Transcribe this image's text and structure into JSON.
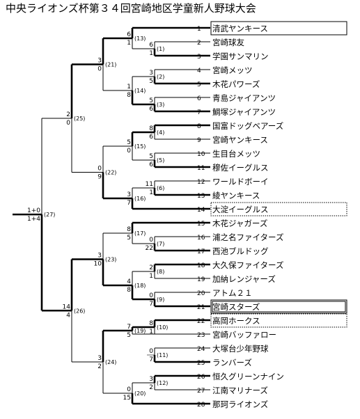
{
  "title": "中央ライオンズ杯第３４回宮崎地区学童新人野球大会",
  "teams": [
    {
      "no": "1",
      "name": "清武ヤンキース",
      "box": "solid"
    },
    {
      "no": "2",
      "name": "宮崎球友"
    },
    {
      "no": "3",
      "name": "学園サンマリン"
    },
    {
      "no": "4",
      "name": "宮崎メッツ"
    },
    {
      "no": "5",
      "name": "木花パワーズ"
    },
    {
      "no": "6",
      "name": "青島ジャイアンツ"
    },
    {
      "no": "7",
      "name": "鯛塚ジャイアンツ"
    },
    {
      "no": "8",
      "name": "国富ドッグベアーズ"
    },
    {
      "no": "9",
      "name": "宮崎ヤンキース"
    },
    {
      "no": "10",
      "name": "生目台メッツ"
    },
    {
      "no": "11",
      "name": "穆佐イーグルス"
    },
    {
      "no": "12",
      "name": "ワールドボーイ"
    },
    {
      "no": "13",
      "name": "綾ヤンキース"
    },
    {
      "no": "14",
      "name": "大淀イーグルス",
      "box": "dotted"
    },
    {
      "no": "15",
      "name": "木花ジャガーズ"
    },
    {
      "no": "16",
      "name": "浦之名ファイターズ"
    },
    {
      "no": "17",
      "name": "西池ブルドッグ"
    },
    {
      "no": "18",
      "name": "大久保ファイターズ"
    },
    {
      "no": "19",
      "name": "加納レンジャーズ"
    },
    {
      "no": "20",
      "name": "アトム２１"
    },
    {
      "no": "21",
      "name": "宮崎スターズ",
      "box": "double"
    },
    {
      "no": "22",
      "name": "高岡ホークス",
      "box": "dotted"
    },
    {
      "no": "23",
      "name": "宮崎バッファロー"
    },
    {
      "no": "24",
      "name": "大塚台少年野球"
    },
    {
      "no": "25",
      "name": "ランバーズ"
    },
    {
      "no": "26",
      "name": "恒久グリーンナイン"
    },
    {
      "no": "27",
      "name": "江南マリナーズ"
    },
    {
      "no": "28",
      "name": "那珂ライオンズ"
    }
  ],
  "matches": [
    {
      "id": 1,
      "label": "(1)",
      "a": {
        "team": 2
      },
      "b": {
        "team": 3
      },
      "winner": "b",
      "score_a": "6",
      "score_b": "1"
    },
    {
      "id": 2,
      "label": "(2)",
      "a": {
        "team": 4
      },
      "b": {
        "team": 5
      },
      "winner": "b",
      "score_a": "3",
      "score_b": "5"
    },
    {
      "id": 3,
      "label": "(3)",
      "a": {
        "team": 6
      },
      "b": {
        "team": 7
      },
      "winner": "b",
      "score_a": "5",
      "score_b": "6"
    },
    {
      "id": 4,
      "label": "(4)",
      "a": {
        "team": 8
      },
      "b": {
        "team": 9
      },
      "winner": "a",
      "score_a": "8",
      "score_b": "6"
    },
    {
      "id": 5,
      "label": "(5)",
      "a": {
        "team": 10
      },
      "b": {
        "team": 11
      },
      "winner": "b",
      "score_a": "5",
      "score_b": "6"
    },
    {
      "id": 6,
      "label": "(6)",
      "a": {
        "team": 12
      },
      "b": {
        "team": 13
      },
      "winner": "b",
      "score_a": "11",
      "score_b": "1"
    },
    {
      "id": 7,
      "label": "(7)",
      "a": {
        "team": 16
      },
      "b": {
        "team": 17
      },
      "winner": "b",
      "score_a": "0",
      "score_b": "22"
    },
    {
      "id": 8,
      "label": "(8)",
      "a": {
        "team": 18
      },
      "b": {
        "team": 19
      },
      "winner": "a",
      "score_a": "2",
      "score_b": "1"
    },
    {
      "id": 9,
      "label": "(9)",
      "a": {
        "team": 20
      },
      "b": {
        "team": 21
      },
      "winner": "b",
      "score_a": "0",
      "score_b": "7"
    },
    {
      "id": 10,
      "label": "(10)",
      "a": {
        "team": 22
      },
      "b": {
        "team": 23
      },
      "winner": "a",
      "score_a": "8",
      "score_b": "1"
    },
    {
      "id": 11,
      "label": "(11)",
      "a": {
        "team": 24
      },
      "b": {
        "team": 25
      },
      "winner": "b",
      "score_a": "0",
      "score_b": "7"
    },
    {
      "id": 12,
      "label": "(12)",
      "a": {
        "team": 26
      },
      "b": {
        "team": 27
      },
      "winner": "a",
      "score_a": "3",
      "score_b": "2"
    },
    {
      "id": 13,
      "label": "(13)",
      "a": {
        "team": 1
      },
      "b": {
        "match": 1
      },
      "winner": "a",
      "score_a": "6",
      "score_b": "1"
    },
    {
      "id": 14,
      "label": "(14)",
      "a": {
        "match": 2
      },
      "b": {
        "match": 3
      },
      "winner": "b",
      "score_a": "1",
      "score_b": "8"
    },
    {
      "id": 15,
      "label": "(15)",
      "a": {
        "match": 4
      },
      "b": {
        "match": 5
      },
      "winner": "a",
      "score_a": "5",
      "score_b": "0"
    },
    {
      "id": 16,
      "label": "(16)",
      "a": {
        "match": 6
      },
      "b": {
        "team": 14
      },
      "winner": "b",
      "score_a": "3",
      "score_b": "7"
    },
    {
      "id": 17,
      "label": "(17)",
      "a": {
        "team": 15
      },
      "b": {
        "match": 7
      },
      "winner": "a",
      "score_a": "8",
      "score_b": "5"
    },
    {
      "id": 18,
      "label": "(18)",
      "a": {
        "match": 8
      },
      "b": {
        "match": 9
      },
      "winner": "b",
      "score_a": "4",
      "score_b": "8"
    },
    {
      "id": 19,
      "label": "(19)",
      "a": {
        "match": 10
      },
      "b": {
        "team": 23
      },
      "winner": "a",
      "score_a": "7",
      "score_b": "5"
    },
    {
      "id": 20,
      "label": "(20)",
      "a": {
        "match": 12
      },
      "b": {
        "team": 28
      },
      "winner": "b",
      "score_a": "0",
      "score_b": "15"
    },
    {
      "id": 21,
      "label": "(21)",
      "a": {
        "match": 13
      },
      "b": {
        "match": 14
      },
      "winner": "a",
      "score_a": "3",
      "score_b": "0"
    },
    {
      "id": 22,
      "label": "(22)",
      "a": {
        "match": 15
      },
      "b": {
        "match": 16
      },
      "winner": "b",
      "score_a": "0",
      "score_b": "9"
    },
    {
      "id": 23,
      "label": "(23)",
      "a": {
        "match": 17
      },
      "b": {
        "match": 18
      },
      "winner": "b",
      "score_a": "3",
      "score_b": "10"
    },
    {
      "id": 24,
      "label": "(24)",
      "a": {
        "match": 19
      },
      "b": {
        "match": 20
      },
      "winner": "a",
      "score_a": "3",
      "score_b": "2"
    },
    {
      "id": 25,
      "label": "(25)",
      "a": {
        "match": 21
      },
      "b": {
        "match": 22
      },
      "winner": "a",
      "score_a": "2",
      "score_b": "0"
    },
    {
      "id": 26,
      "label": "(26)",
      "a": {
        "match": 23
      },
      "b": {
        "match": 24
      },
      "winner": "a",
      "score_a": "14",
      "score_b": "4"
    },
    {
      "id": 27,
      "label": "(27)",
      "a": {
        "match": 25
      },
      "b": {
        "match": 26
      },
      "winner": "b",
      "score_a": "1+0",
      "score_b": "1+4"
    }
  ],
  "colors": {
    "line": "#000000",
    "box": "#000000",
    "background": "#ffffff"
  }
}
